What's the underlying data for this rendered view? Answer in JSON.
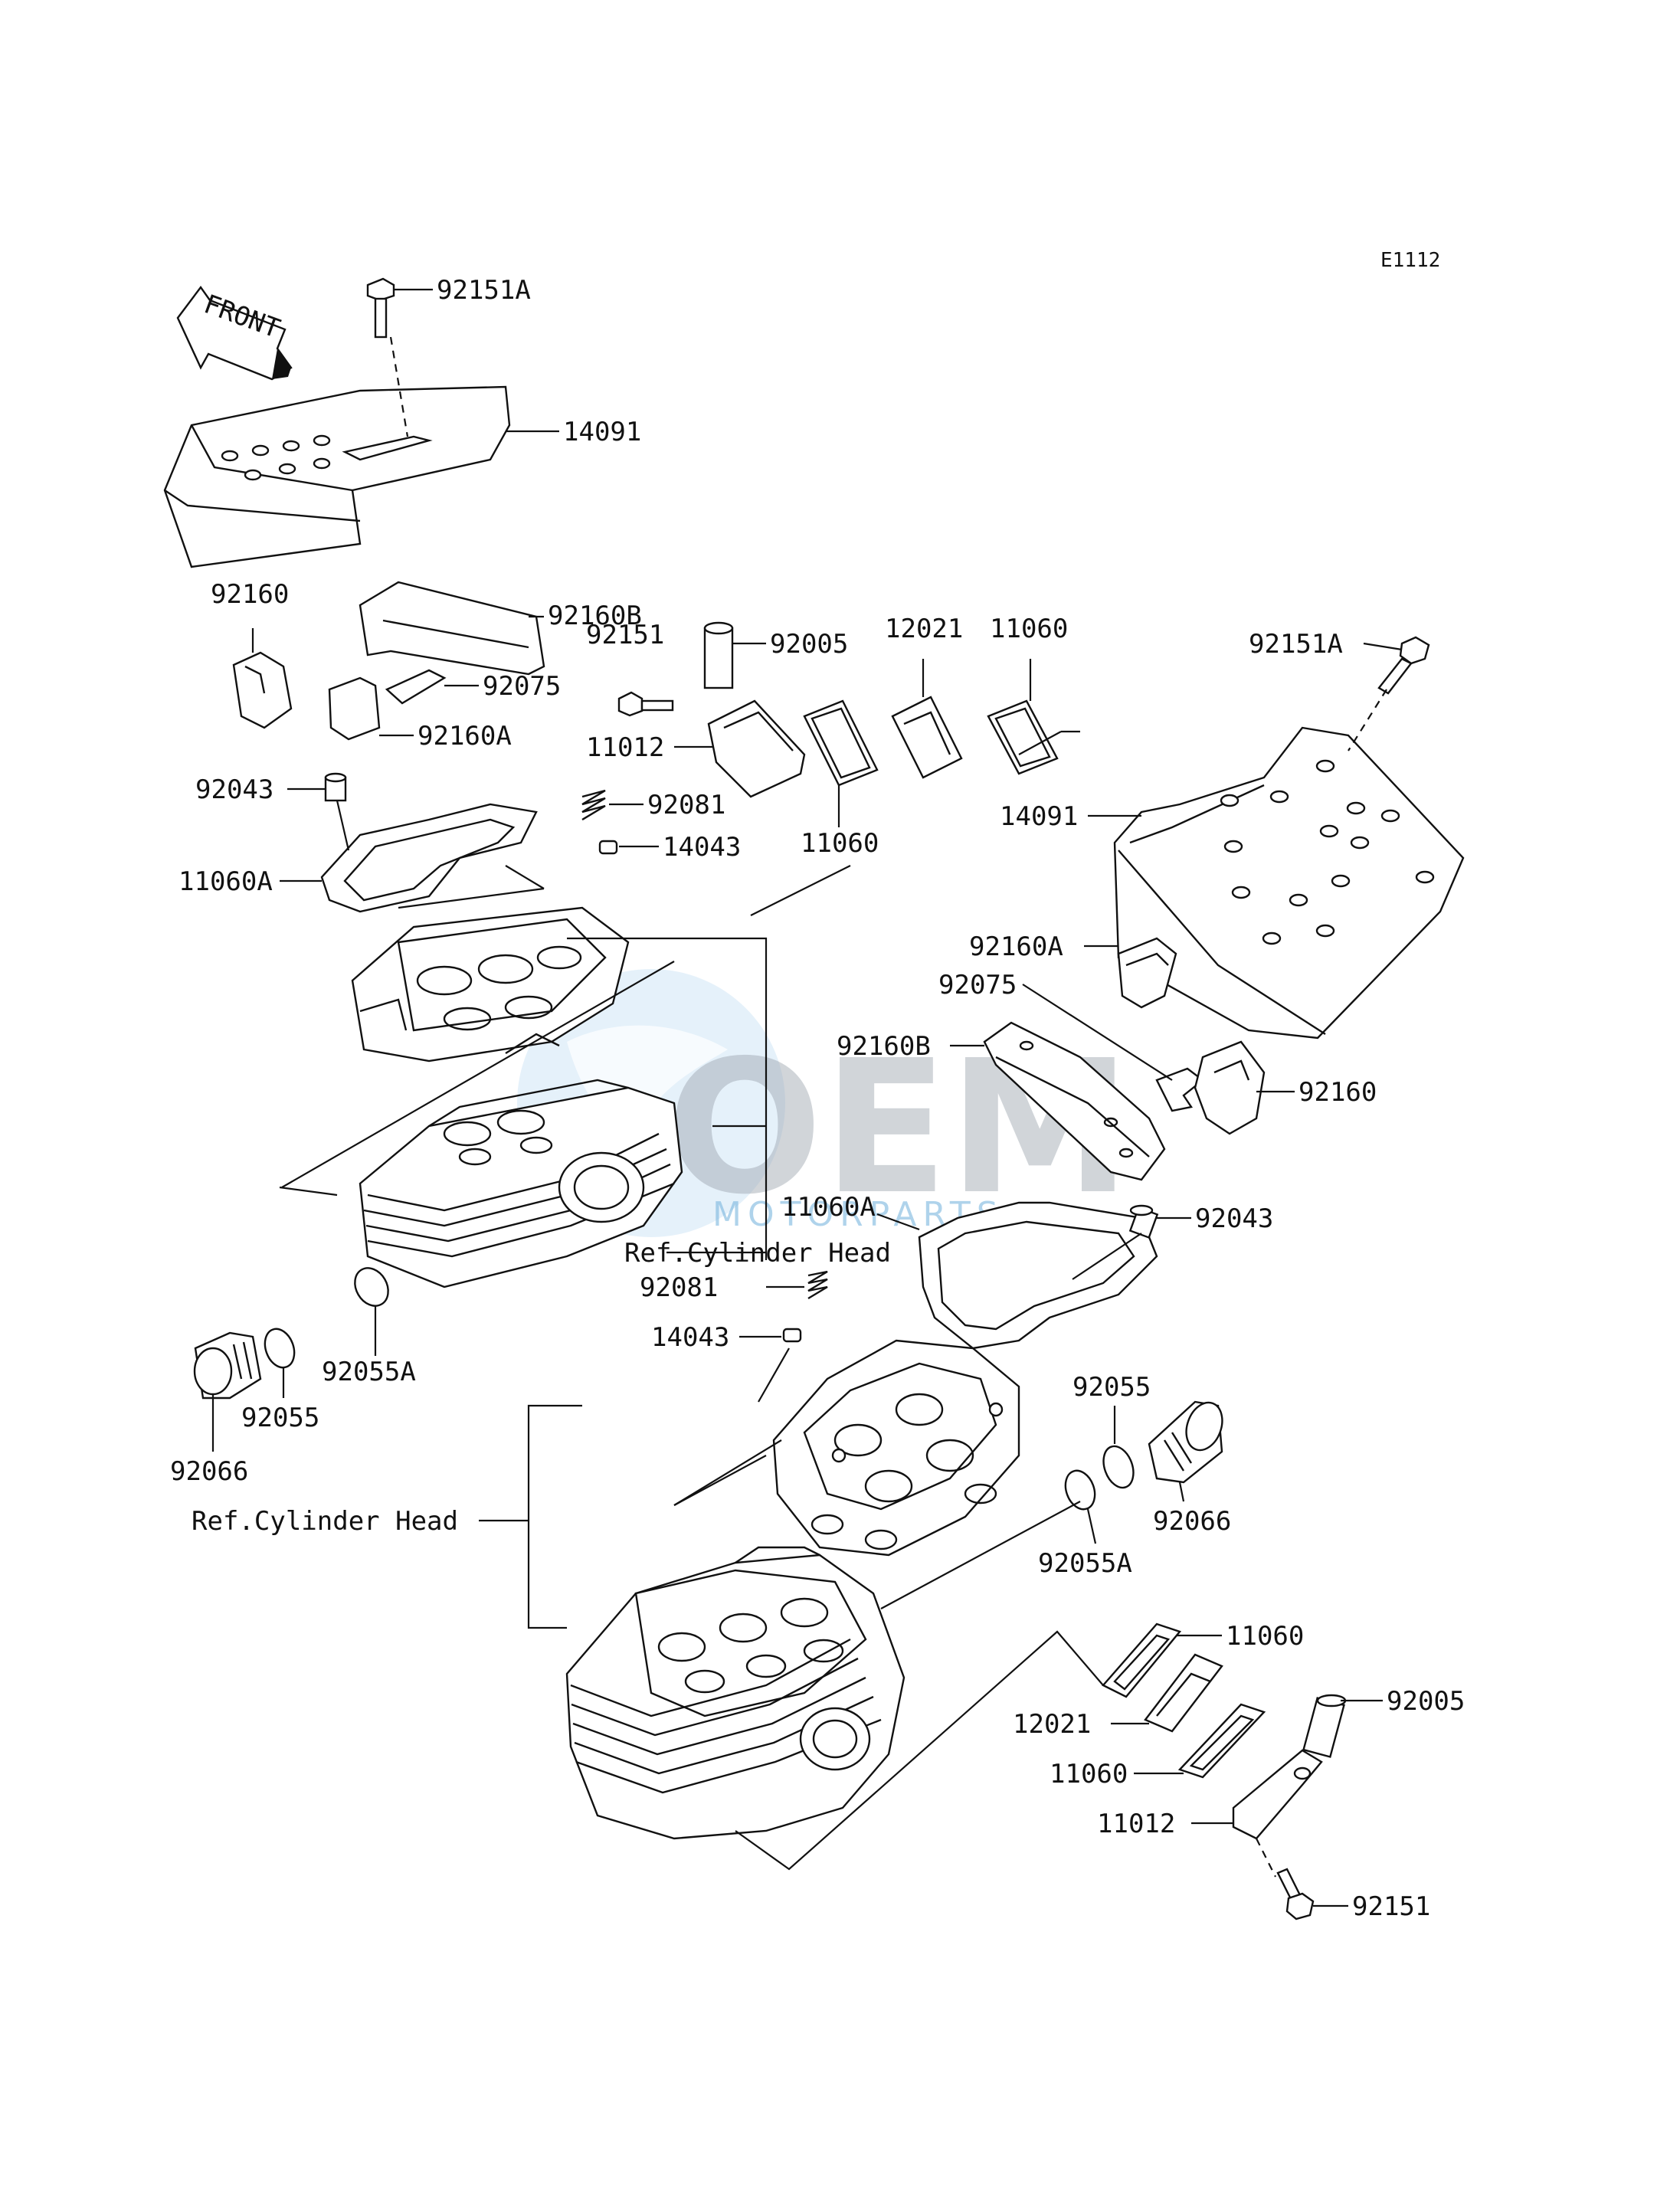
{
  "diagram_code": "E1112",
  "front_arrow_label": "FRONT",
  "watermark": {
    "main": "OEM",
    "sub": "MOTORPARTS"
  },
  "labels": {
    "l_92151A_top": "92151A",
    "l_14091_top": "14091",
    "l_92160_left": "92160",
    "l_92160B_top": "92160B",
    "l_92151_top": "92151",
    "l_92005_top": "92005",
    "l_12021_top": "12021",
    "l_11060_top": "11060",
    "l_92075_top": "92075",
    "l_92160A_top": "92160A",
    "l_11012_top": "11012",
    "l_92043_top": "92043",
    "l_92081_top": "92081",
    "l_11060_mid": "11060",
    "l_11060A_top": "11060A",
    "l_14043_top": "14043",
    "l_92151A_right": "92151A",
    "l_14091_right": "14091",
    "l_92160A_right": "92160A",
    "l_92075_right": "92075",
    "l_92160B_right": "92160B",
    "l_92160_right": "92160",
    "l_11060A_mid": "11060A",
    "l_92043_right": "92043",
    "ref_cyl_upper": "Ref.Cylinder Head",
    "l_92081_mid": "92081",
    "l_14043_mid": "14043",
    "l_92055A_left": "92055A",
    "l_92055_left": "92055",
    "l_92066_left": "92066",
    "ref_cyl_lower": "Ref.Cylinder Head",
    "l_92055_right": "92055",
    "l_92066_right": "92066",
    "l_92055A_right": "92055A",
    "l_11060_bottom1": "11060",
    "l_12021_bottom": "12021",
    "l_11060_bottom2": "11060",
    "l_92005_bottom": "92005",
    "l_11012_bottom": "11012",
    "l_92151_bottom": "92151"
  }
}
